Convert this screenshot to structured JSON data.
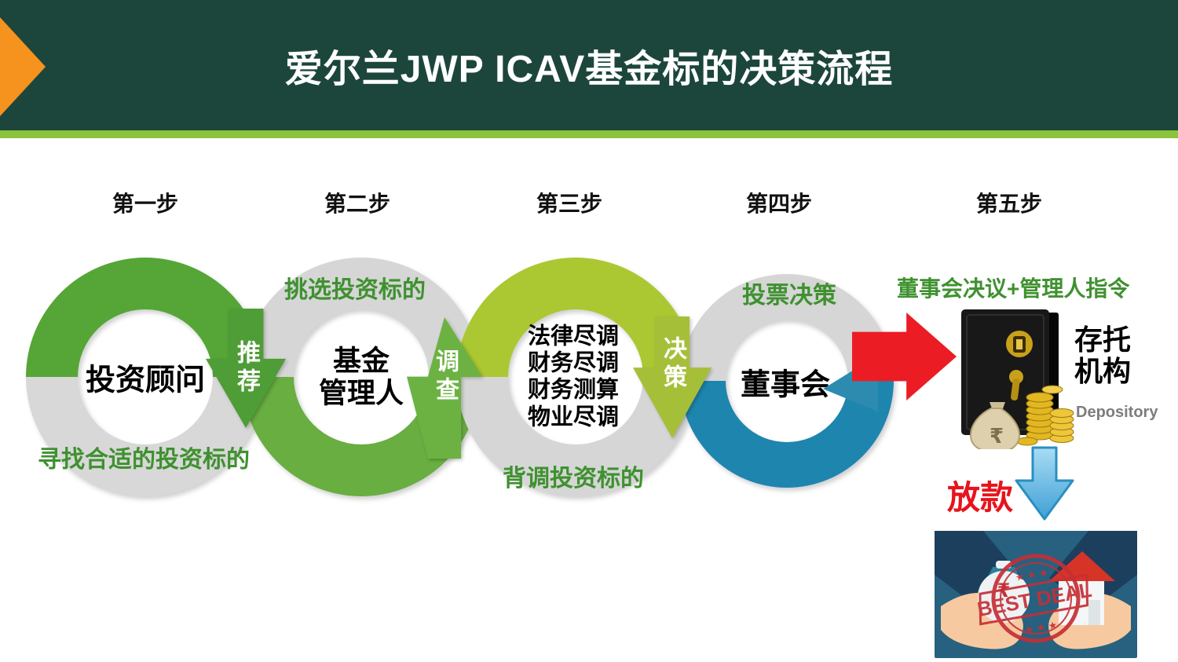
{
  "header": {
    "title": "爱尔兰JWP ICAV基金标的决策流程"
  },
  "steps": {
    "step1": "第一步",
    "step2": "第二步",
    "step3": "第三步",
    "step4": "第四步",
    "step5": "第五步"
  },
  "rings": [
    {
      "center_lines": [
        "投资顾问"
      ],
      "annotation": "寻找合适的投资标的",
      "top_color": "#55a636",
      "bottom_color": "#d8d8d8"
    },
    {
      "center_lines": [
        "基金",
        "管理人"
      ],
      "annotation": "挑选投资标的",
      "top_color": "#d6d6d6",
      "bottom_color": "#68ae41"
    },
    {
      "center_lines": [
        "法律尽调",
        "财务尽调",
        "财务测算",
        "物业尽调"
      ],
      "annotation": "背调投资标的",
      "top_color": "#abc832",
      "bottom_color": "#d6d6d6"
    },
    {
      "center_lines": [
        "董事会"
      ],
      "annotation": "投票决策",
      "top_color": "#d6d6d6",
      "bottom_color": "#1e85ae"
    }
  ],
  "connectors": {
    "recommend": "推荐",
    "investigate": "调查",
    "decide": "决策"
  },
  "step5_panel": {
    "instruction": "董事会决议+管理人指令",
    "institution_line1": "存托",
    "institution_line2": "机构",
    "institution_en": "Depository",
    "payout_label": "放款",
    "money_bag_symbol": "₹",
    "stamp_text": "BEST DEAL",
    "stamp_stars": "★ ★ ★"
  },
  "colors": {
    "header_bg": "#1c463c",
    "header_stripe": "#8cc33d",
    "accent_orange": "#f6921e",
    "ring1_green": "#55a636",
    "ring2_green": "#68ae41",
    "ring3_yellow_green": "#abc832",
    "ring4_blue": "#1e85ae",
    "ring_gray": "#d8d8d8",
    "annotation_green": "#3f9130",
    "arrow_red": "#ec1c24",
    "payout_red": "#e8131c",
    "payout_arrow_blue": "#4aa8dc"
  }
}
